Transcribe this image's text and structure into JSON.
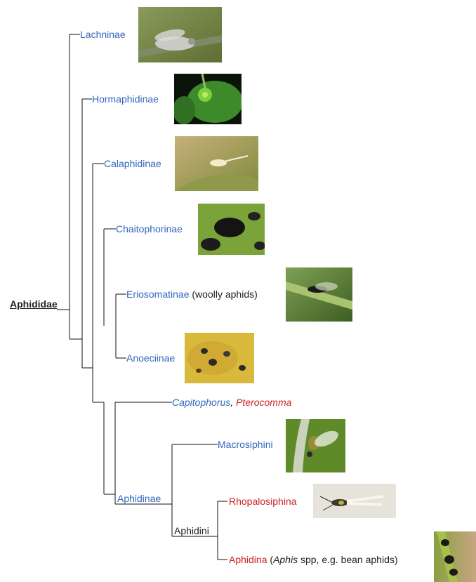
{
  "root": {
    "label": "Aphididae"
  },
  "taxa": {
    "lachninae": "Lachninae",
    "hormaphidinae": "Hormaphidinae",
    "calaphidinae": "Calaphidinae",
    "chaitophorinae": "Chaitophorinae",
    "eriosomatinae": "Eriosomatinae",
    "eriosomatinae_note": " (woolly aphids)",
    "anoeciinae": "Anoeciinae",
    "capitophorus": "Capitophorus",
    "comma": ", ",
    "pterocomma": "Pterocomma",
    "macrosiphini": "Macrosiphini",
    "aphidinae": "Aphidinae",
    "aphidini": "Aphidini",
    "rhopalosiphina": "Rhopalosiphina",
    "aphidina": "Aphidina",
    "aphidina_note_open": " (",
    "aphidina_note_genus": "Aphis",
    "aphidina_note_rest": " spp, e.g. bean aphids)"
  },
  "colors": {
    "link": "#3366bb",
    "redlink": "#cc2222",
    "text": "#222222",
    "line": "#111111"
  },
  "photos": [
    {
      "name": "lachninae-photo",
      "subject": "grey aphid on stem"
    },
    {
      "name": "hormaphidinae-photo",
      "subject": "green gall on leaf"
    },
    {
      "name": "calaphidinae-photo",
      "subject": "pale winged aphid on leaf"
    },
    {
      "name": "chaitophorinae-photo",
      "subject": "black aphids on leaf"
    },
    {
      "name": "eriosomatinae-photo",
      "subject": "winged aphid on grass"
    },
    {
      "name": "anoeciinae-photo",
      "subject": "aphid colony on yellow leaf"
    },
    {
      "name": "macrosiphini-photo",
      "subject": "winged aphid on plant"
    },
    {
      "name": "rhopalosiphina-photo",
      "subject": "winged aphid on white"
    },
    {
      "name": "aphidina-photo",
      "subject": "black bean aphids on stem"
    }
  ]
}
